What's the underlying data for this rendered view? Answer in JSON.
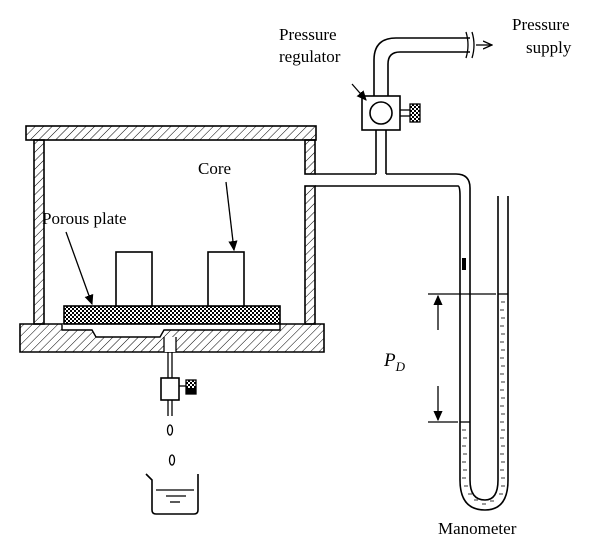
{
  "labels": {
    "pressure_supply": [
      "Pressure",
      "supply"
    ],
    "pressure_regulator": [
      "Pressure",
      "regulator"
    ],
    "core": "Core",
    "porous_plate": "Porous plate",
    "pd_main": "P",
    "pd_sub": "D",
    "manometer": "Manometer"
  },
  "colors": {
    "line": "#000000",
    "background": "#ffffff"
  }
}
